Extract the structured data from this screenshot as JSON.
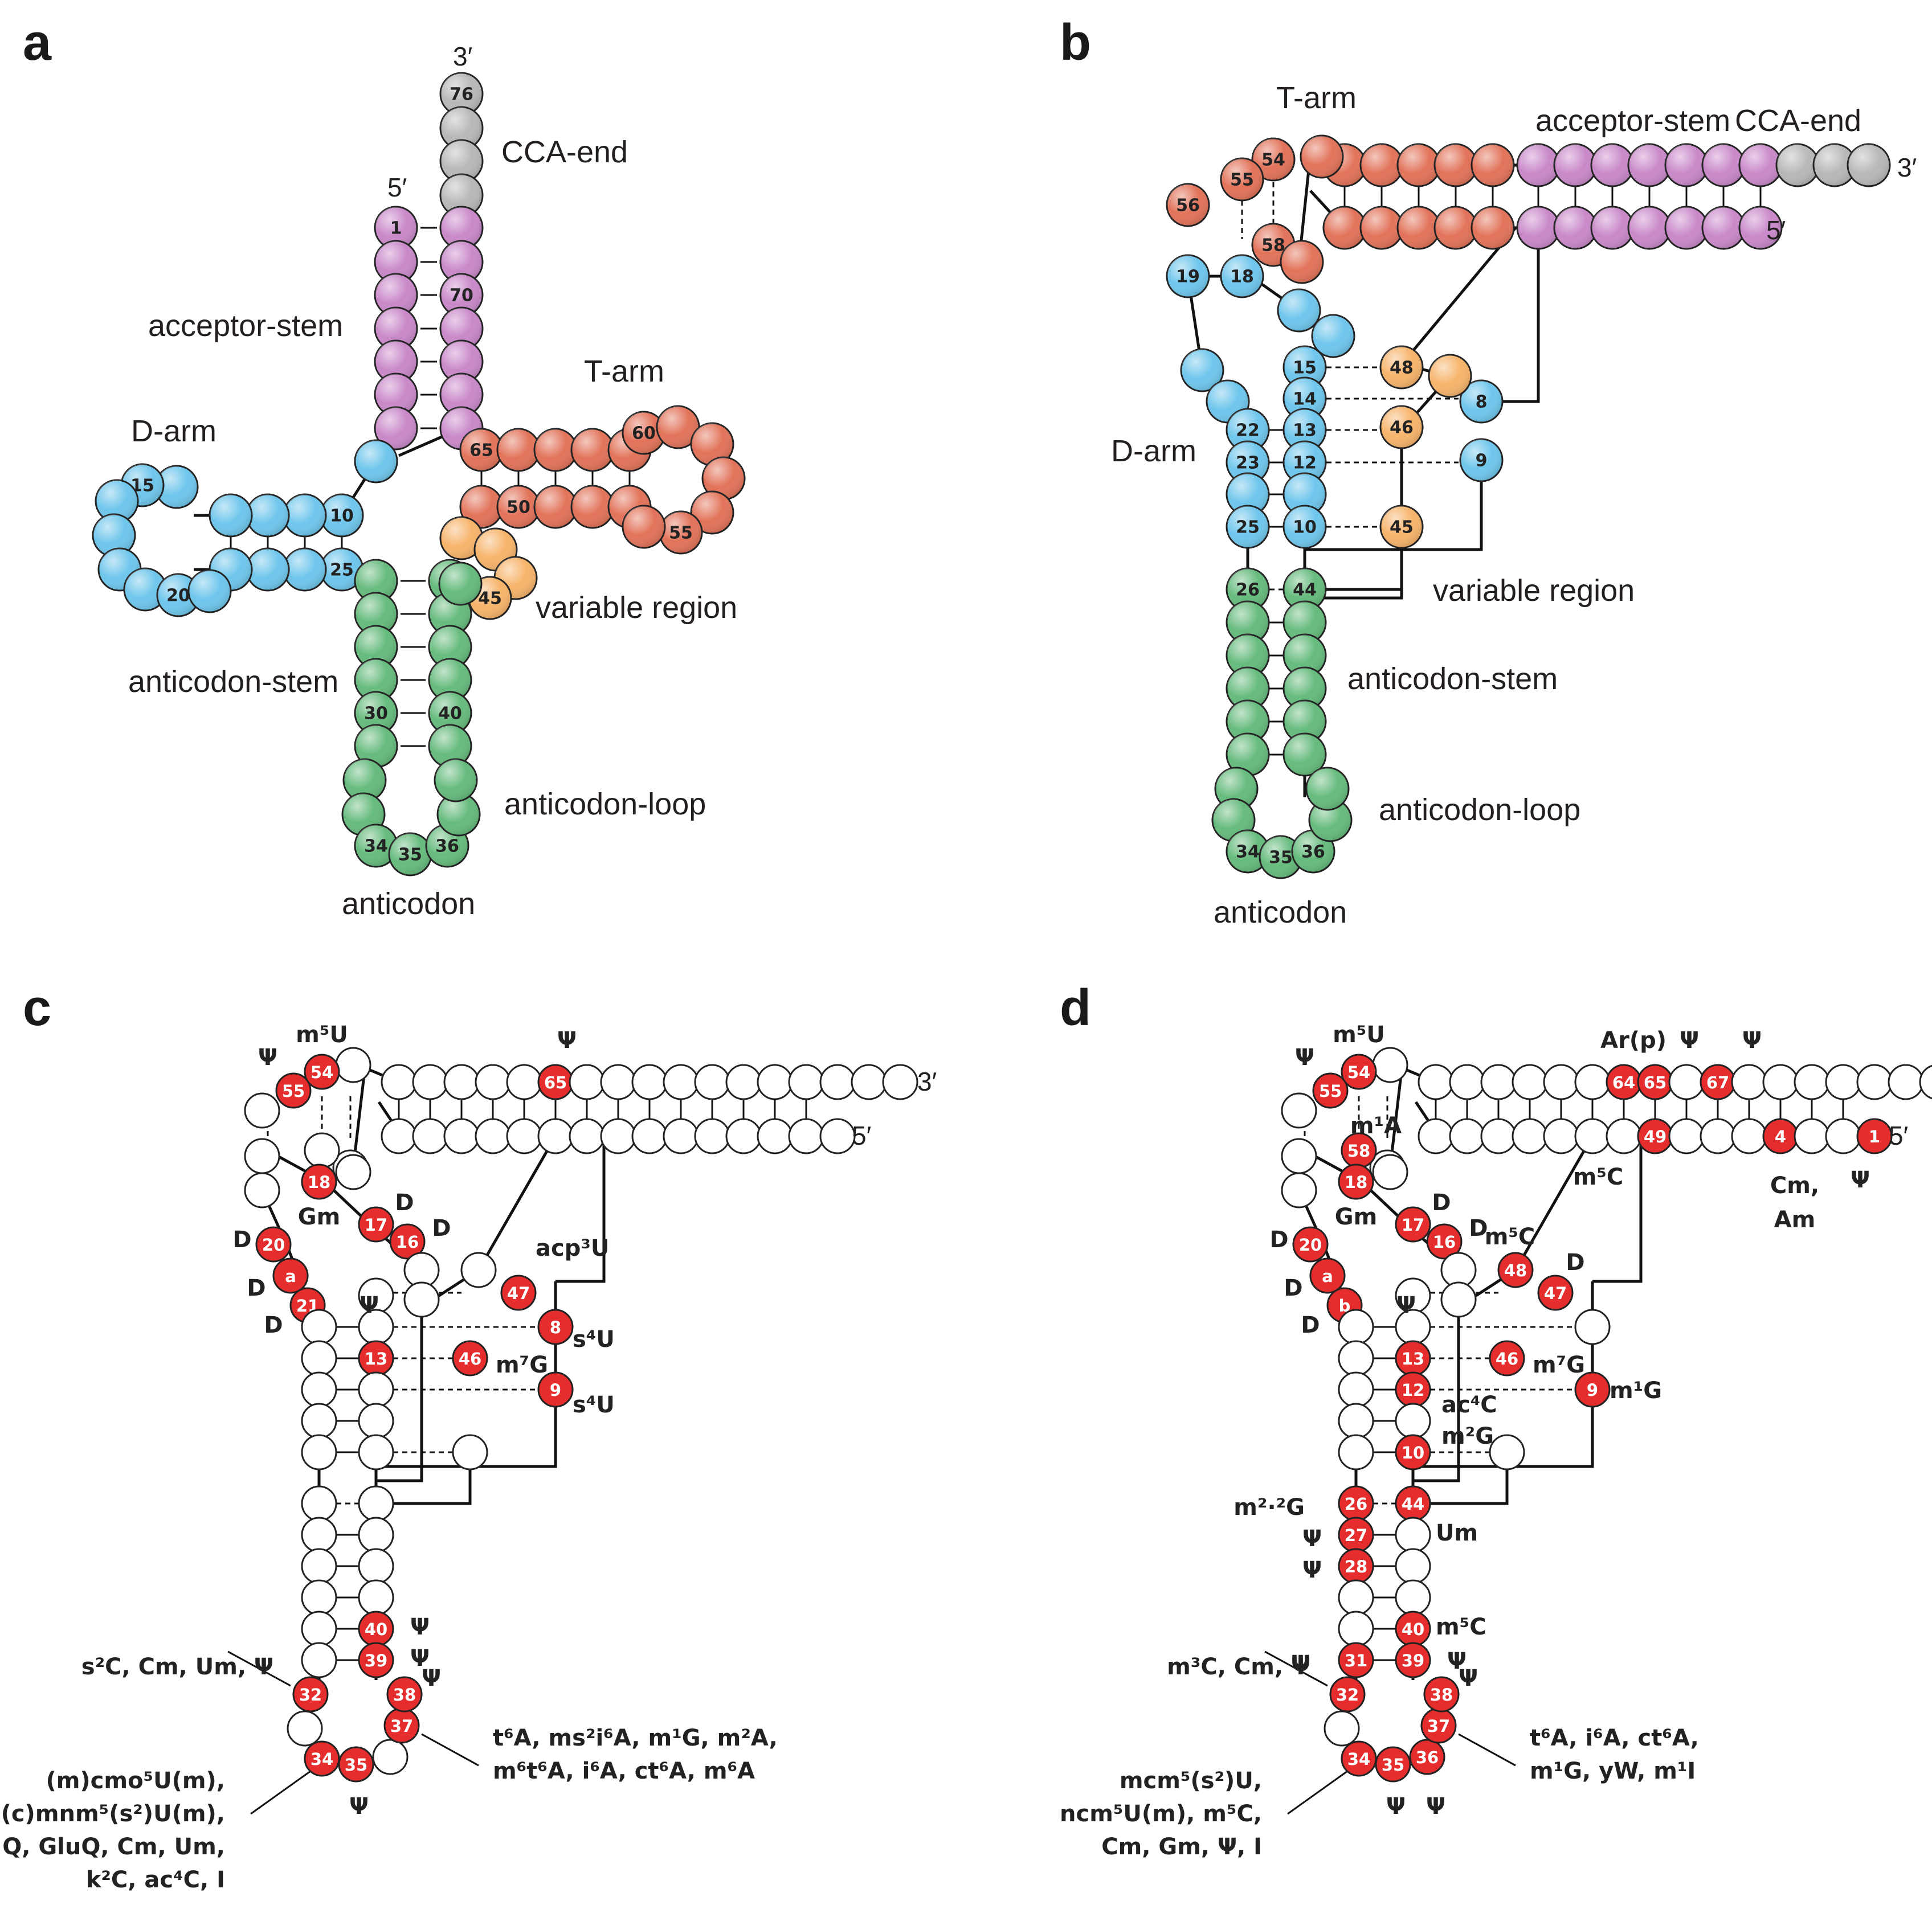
{
  "colors": {
    "acceptor_stem": "#c989c9",
    "cca_end": "#b8b8b8",
    "d_arm": "#6fc6ec",
    "t_arm": "#e2735a",
    "variable_region": "#f7b46b",
    "anticodon": "#66bb7d",
    "modified": "#e52d2d",
    "unmodified": "#ffffff"
  },
  "icons": {
    "nucleotide": "circle-icon",
    "modified_nucleotide": "red-circle-icon"
  },
  "panel_a": {
    "letter": "a",
    "labels": {
      "three_prime": "3′",
      "five_prime": "5′",
      "cca_end": "CCA-end",
      "acceptor_stem": "acceptor-stem",
      "t_arm": "T-arm",
      "d_arm": "D-arm",
      "variable_region": "variable region",
      "anticodon_stem": "anticodon-stem",
      "anticodon_loop": "anticodon-loop",
      "anticodon": "anticodon"
    },
    "numbers": [
      "76",
      "1",
      "70",
      "15",
      "10",
      "65",
      "60",
      "50",
      "55",
      "25",
      "20",
      "45",
      "30",
      "40",
      "34",
      "35",
      "36"
    ]
  },
  "panel_b": {
    "letter": "b",
    "labels": {
      "t_arm": "T-arm",
      "acceptor_stem": "acceptor-stem",
      "cca_end": "CCA-end",
      "three_prime": "3′",
      "five_prime": "5′",
      "d_arm": "D-arm",
      "variable_region": "variable region",
      "anticodon_stem": "anticodon-stem",
      "anticodon_loop": "anticodon-loop",
      "anticodon": "anticodon"
    },
    "numbers": [
      "54",
      "55",
      "56",
      "58",
      "19",
      "18",
      "15",
      "48",
      "14",
      "8",
      "22",
      "13",
      "46",
      "23",
      "12",
      "9",
      "25",
      "10",
      "45",
      "26",
      "44",
      "34",
      "35",
      "36"
    ]
  },
  "panel_c": {
    "letter": "c",
    "three_prime": "3′",
    "five_prime": "5′",
    "numbers": [
      "54",
      "55",
      "65",
      "18",
      "17",
      "16",
      "20",
      "a",
      "21",
      "47",
      "13",
      "46",
      "8",
      "9",
      "40",
      "39",
      "38",
      "32",
      "37",
      "34",
      "35"
    ],
    "mods": {
      "m5u": "m⁵U",
      "psi55": "Ψ",
      "psi65": "Ψ",
      "gm": "Gm",
      "d17": "D",
      "d16": "D",
      "d20": "D",
      "da": "D",
      "d21": "D",
      "acp3u": "acp³U",
      "psi13": "Ψ",
      "m7g": "m⁷G",
      "s4u8": "s⁴U",
      "s4u9": "s⁴U",
      "psi40": "Ψ",
      "psi39": "Ψ",
      "psi38": "Ψ",
      "psi35": "Ψ",
      "pos32": "s²C, Cm, Um, Ψ",
      "pos37": [
        "t⁶A, ms²i⁶A, m¹G, m²A,",
        "m⁶t⁶A, i⁶A, ct⁶A, m⁶A"
      ],
      "pos34": [
        "(m)cmo⁵U(m),",
        "(c)mnm⁵(s²)U(m),",
        "Q, GluQ, Cm, Um,",
        "k²C, ac⁴C, I"
      ]
    }
  },
  "panel_d": {
    "letter": "d",
    "three_prime": "3′",
    "five_prime": "5′",
    "numbers": [
      "54",
      "55",
      "58",
      "64",
      "65",
      "67",
      "49",
      "4",
      "1",
      "18",
      "17",
      "16",
      "20",
      "a",
      "b",
      "48",
      "47",
      "13",
      "46",
      "12",
      "9",
      "10",
      "26",
      "44",
      "27",
      "28",
      "40",
      "31",
      "39",
      "32",
      "38",
      "37",
      "34",
      "35",
      "36"
    ],
    "mods": {
      "m5u": "m⁵U",
      "psi55": "Ψ",
      "arp": "Ar(p)",
      "psi65": "Ψ",
      "psi67": "Ψ",
      "m1a": "m¹A",
      "m5c49": "m⁵C",
      "cm_am_1": "Cm,",
      "cm_am_2": "Am",
      "psi1": "Ψ",
      "gm": "Gm",
      "d17": "D",
      "d16": "D",
      "d20": "D",
      "da": "D",
      "db": "D",
      "m5c48": "m⁵C",
      "d47": "D",
      "psi13": "Ψ",
      "m7g": "m⁷G",
      "m1g9": "m¹G",
      "ac4c": "ac⁴C",
      "m2g": "m²G",
      "m22g": "m²·²G",
      "um44": "Um",
      "psi27": "Ψ",
      "psi28": "Ψ",
      "m5c40": "m⁵C",
      "psi31": "Ψ",
      "psi39": "Ψ",
      "psi38": "Ψ",
      "psi35": "Ψ",
      "psi36": "Ψ",
      "pos32": "m³C, Cm, Ψ",
      "pos37": [
        "t⁶A, i⁶A, ct⁶A,",
        "m¹G, yW, m¹I"
      ],
      "pos34": [
        "mcm⁵(s²)U,",
        "ncm⁵U(m), m⁵C,",
        "Cm, Gm, Ψ, I"
      ]
    }
  }
}
